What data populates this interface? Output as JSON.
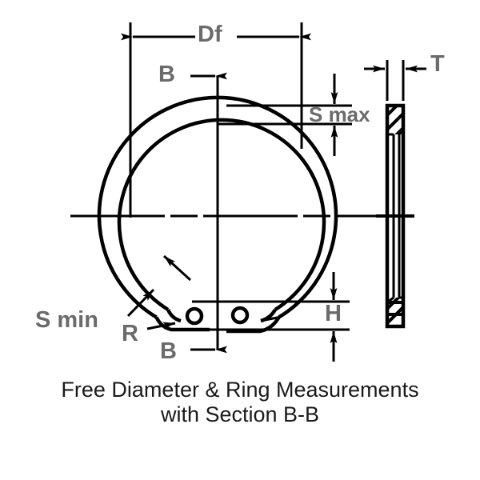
{
  "diagram": {
    "title": "Free Diameter & Ring Measurements",
    "subtitle": "with Section B-B",
    "colors": {
      "line": "#000000",
      "label": "#6b6b6b",
      "caption": "#1a1a1a",
      "background": "#ffffff"
    },
    "labels": {
      "df": "Df",
      "b_top": "B",
      "b_bottom": "B",
      "t": "T",
      "s_max": "S max",
      "s_min": "S min",
      "h": "H",
      "r": "R"
    },
    "parts": {
      "free_diameter_dimension": "Df",
      "section_line": "B-B",
      "ring_outer_circle": "retaining-ring-outer-profile",
      "ring_inner_circle": "retaining-ring-inner-profile",
      "lug_hole_left": "lug-hole",
      "lug_hole_right": "lug-hole",
      "section_view": "section-b-b-thickness-view",
      "centerline_horizontal": "horizontal-centerline",
      "centerline_vertical": "vertical-centerline"
    }
  }
}
